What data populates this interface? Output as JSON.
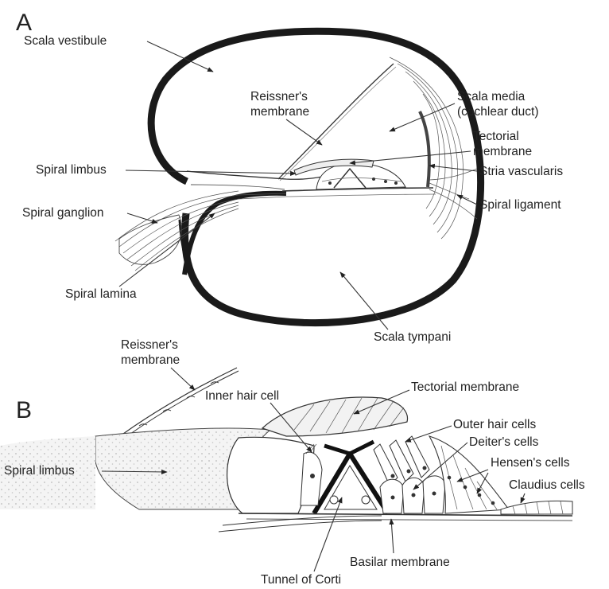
{
  "panels": {
    "a": "A",
    "b": "B"
  },
  "labels_a": {
    "scala_vestibule": "Scala vestibule",
    "reissners_1": "Reissner's",
    "reissners_2": "membrane",
    "scala_media_1": "Scala media",
    "scala_media_2": "(cochlear duct)",
    "tectorial_1": "Tectorial",
    "tectorial_2": "membrane",
    "spiral_limbus": "Spiral limbus",
    "stria_vascularis": "Stria vascularis",
    "spiral_ganglion": "Spiral ganglion",
    "spiral_ligament": "Spiral ligament",
    "spiral_lamina": "Spiral lamina",
    "scala_tympani": "Scala tympani"
  },
  "labels_b": {
    "reissners_1": "Reissner's",
    "reissners_2": "membrane",
    "inner_hair_cell": "Inner hair cell",
    "tectorial_membrane": "Tectorial membrane",
    "outer_hair_cells": "Outer hair cells",
    "deiters_cells": "Deiter's cells",
    "spiral_limbus": "Spiral limbus",
    "hensens_cells": "Hensen's cells",
    "claudius_cells": "Claudius cells",
    "basilar_membrane": "Basilar membrane",
    "tunnel_of_corti": "Tunnel of Corti"
  }
}
